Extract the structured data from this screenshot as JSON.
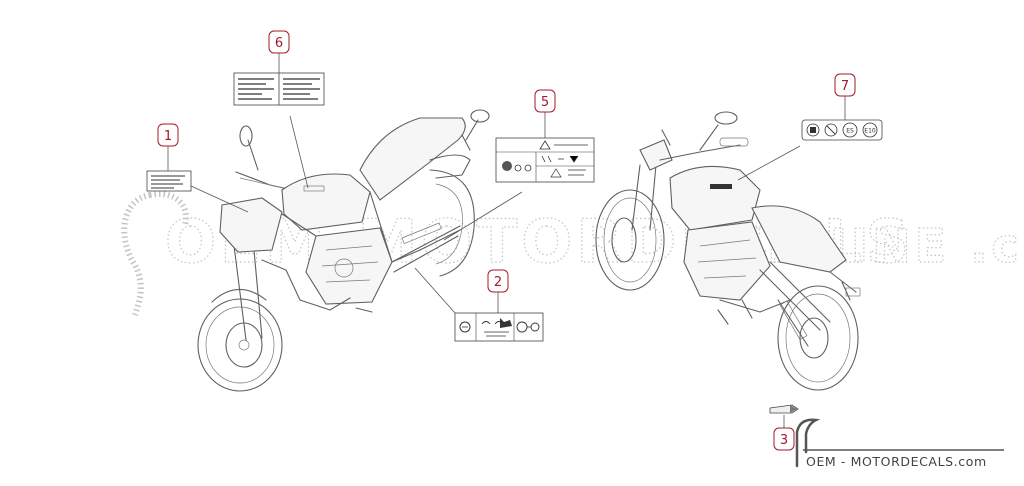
{
  "callouts": [
    {
      "number": "1"
    },
    {
      "number": "2"
    },
    {
      "number": "3"
    },
    {
      "number": "5"
    },
    {
      "number": "6"
    },
    {
      "number": "7"
    }
  ],
  "labels": {
    "label7_icons": [
      "ES",
      "E10"
    ]
  },
  "watermark": {
    "left_text": "OEM-MOTORDECALS",
    "right_text": "GENUINE .com"
  },
  "footer": {
    "brand": "OEM - MOTORDECALS.com"
  }
}
